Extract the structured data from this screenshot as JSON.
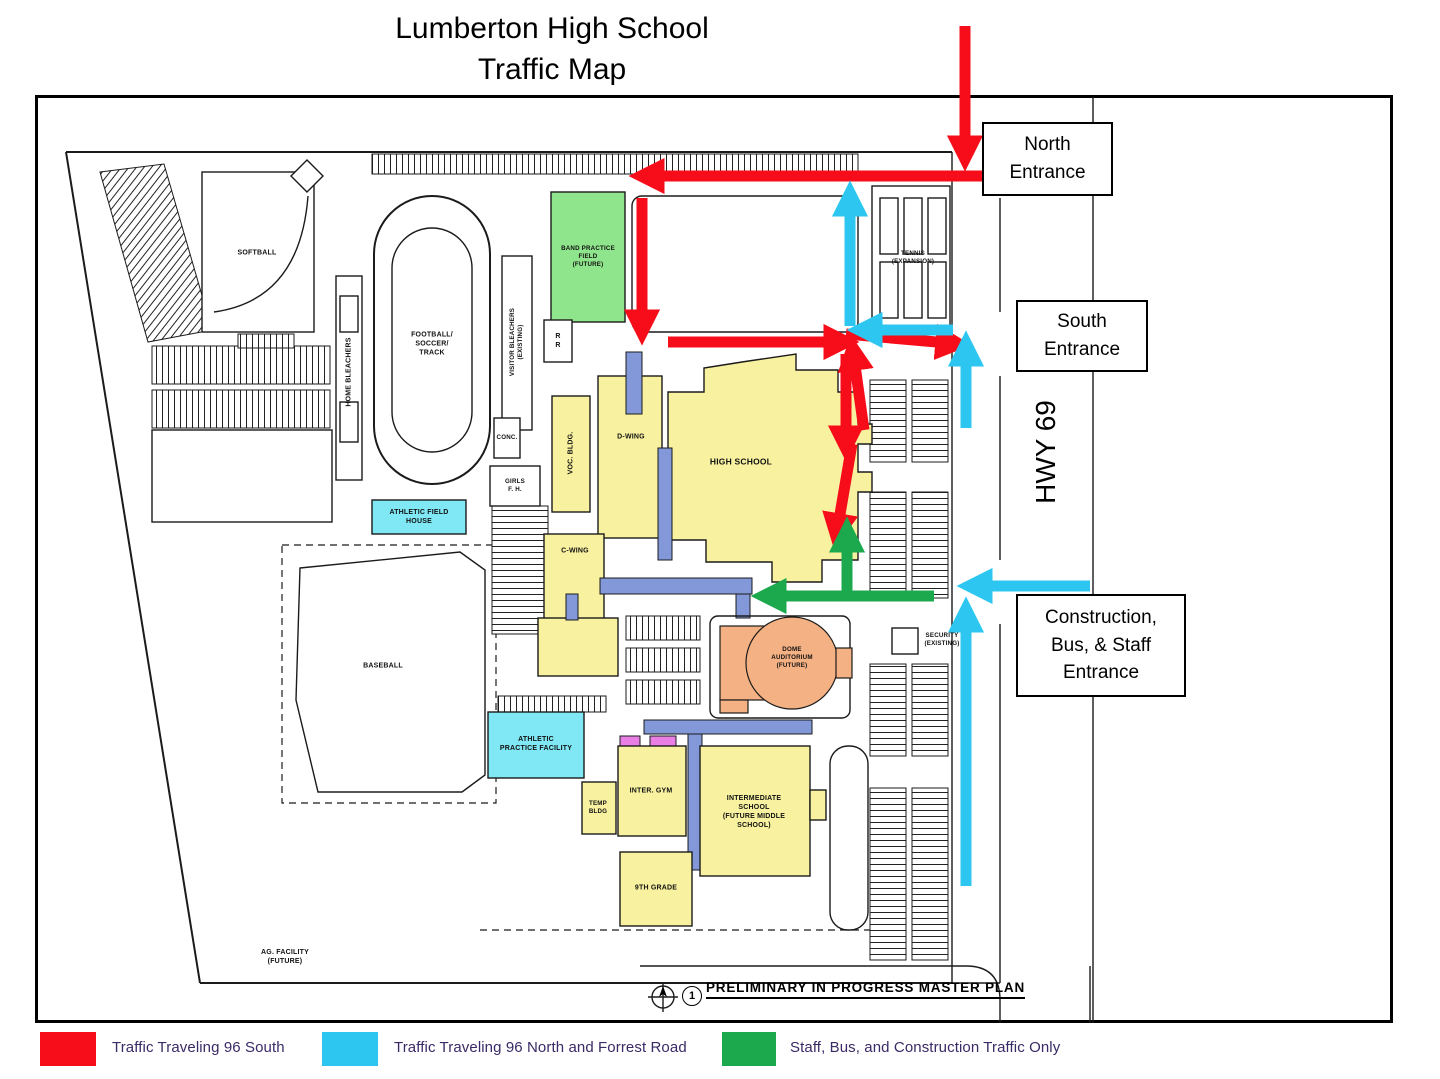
{
  "page": {
    "title": "Lumberton High School\nTraffic Map"
  },
  "highway": {
    "label": "HWY 69"
  },
  "entrances": {
    "north": {
      "label": "North\nEntrance"
    },
    "south": {
      "label": "South\nEntrance"
    },
    "construction": {
      "label": "Construction,\nBus, & Staff\nEntrance"
    }
  },
  "legend": {
    "items": [
      {
        "key": "red",
        "label": "Traffic Traveling 96 South"
      },
      {
        "key": "blue",
        "label": "Traffic Traveling 96 North and Forrest Road"
      },
      {
        "key": "green",
        "label": "Staff, Bus, and Construction Traffic Only"
      }
    ]
  },
  "labels": {
    "softball": "SOFTBALL",
    "band_field": "BAND PRACTICE\nFIELD\n(FUTURE)",
    "tennis": "TENNIS\n(EXPANSION)",
    "track": "FOOTBALL/\nSOCCER/\nTRACK",
    "home_bleachers": "HOME BLEACHERS",
    "visitor_bleachers": "VISITOR BLEACHERS\n(EXISTING)",
    "rr": "R\nR",
    "conc": "CONC.",
    "girls_fh": "GIRLS\nF. H.",
    "field_house": "ATHLETIC FIELD\nHOUSE",
    "voc": "VOC. BLDG.",
    "d_wing": "D-WING",
    "high_school": "HIGH SCHOOL",
    "c_wing": "C-WING",
    "baseball": "BASEBALL",
    "practice_facility": "ATHLETIC\nPRACTICE FACILITY",
    "dome": "DOME\nAUDITORIUM\n(FUTURE)",
    "security": "SECURITY\n(EXISTING)",
    "gym": "INTER. GYM",
    "temp": "TEMP\nBLDG",
    "intermediate": "INTERMEDIATE\nSCHOOL\n(FUTURE MIDDLE\nSCHOOL)",
    "grade9": "9TH GRADE",
    "ag": "AG. FACILITY\n(FUTURE)"
  },
  "footer": {
    "plan_title": "PRELIMINARY IN PROGRESS MASTER PLAN",
    "sheet_number": "1"
  },
  "colors": {
    "red": "#f70d1a",
    "blue": "#2cc6f0",
    "green": "#1ca94e",
    "yellow": "#f8f2a0",
    "field_green": "#8fe58b",
    "cyan_bldg": "#7fe8f4",
    "orange": "#f4b183",
    "periwinkle": "#8398d8",
    "magenta": "#e97fe5",
    "ink": "#1b1b1b",
    "legend_text": "#3a2a66"
  }
}
